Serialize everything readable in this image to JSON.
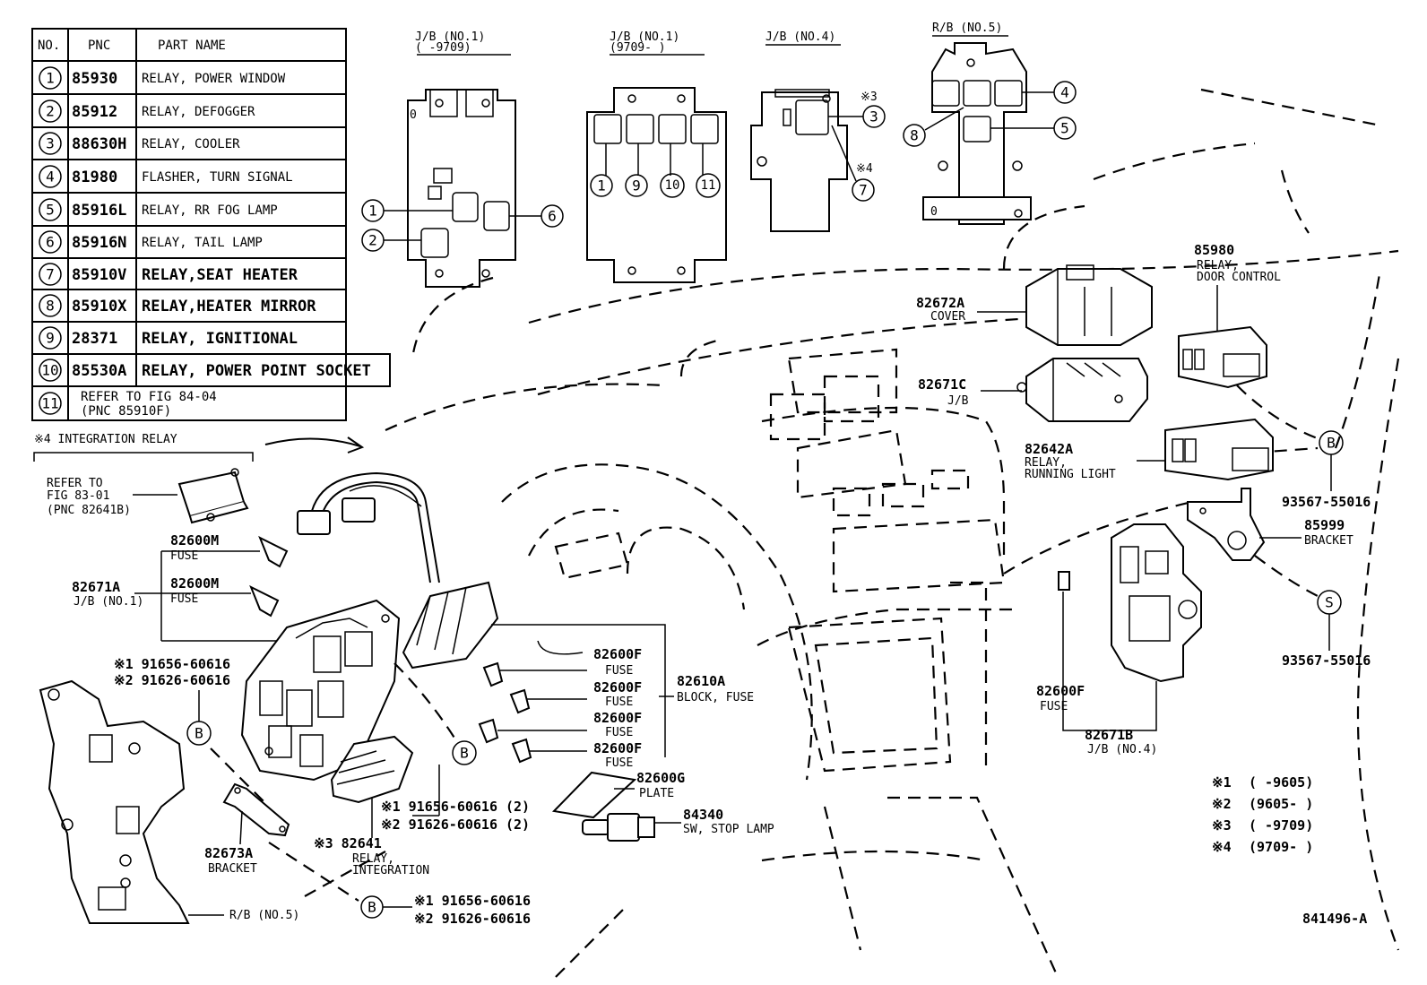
{
  "parts_table": {
    "headers": [
      "NO.",
      "PNC",
      "PART NAME"
    ],
    "rows": [
      {
        "no": "1",
        "pnc": "85930",
        "name": "RELAY, POWER WINDOW"
      },
      {
        "no": "2",
        "pnc": "85912",
        "name": "RELAY, DEFOGGER"
      },
      {
        "no": "3",
        "pnc": "88630H",
        "name": "RELAY, COOLER"
      },
      {
        "no": "4",
        "pnc": "81980",
        "name": "FLASHER, TURN SIGNAL"
      },
      {
        "no": "5",
        "pnc": "85916L",
        "name": "RELAY, RR FOG LAMP"
      },
      {
        "no": "6",
        "pnc": "85916N",
        "name": "RELAY, TAIL LAMP"
      },
      {
        "no": "7",
        "pnc": "85910V",
        "name": "RELAY,SEAT HEATER"
      },
      {
        "no": "8",
        "pnc": "85910X",
        "name": "RELAY,HEATER MIRROR"
      },
      {
        "no": "9",
        "pnc": "28371",
        "name": "RELAY, IGNITIONAL"
      },
      {
        "no": "10",
        "pnc": "85530A",
        "name": "RELAY, POWER POINT SOCKET"
      },
      {
        "no": "11",
        "line1": "REFER TO FIG 84-04",
        "line2": "(PNC 85910F)"
      }
    ]
  },
  "integration_note": "※4 INTEGRATION RELAY",
  "refer": {
    "line1": "REFER TO",
    "line2": "FIG 83-01",
    "line3": "(PNC 82641B)"
  },
  "boxes": {
    "jb1_old": {
      "title": "J/B (NO.1)",
      "sub": "(      -9709)"
    },
    "jb1_new": {
      "title": "J/B (NO.1)",
      "sub": "(9709-      )"
    },
    "jb4": {
      "title": "J/B (NO.4)"
    },
    "rb5": {
      "title": "R/B (NO.5)"
    }
  },
  "circle_numbers": {
    "n1": "1",
    "n2": "2",
    "n3": "3",
    "n4": "4",
    "n5": "5",
    "n6": "6",
    "n7": "7",
    "n8": "8",
    "n9": "9",
    "n10": "10",
    "n11": "11"
  },
  "marks": {
    "m3": "※3",
    "m4": "※4",
    "b": "B",
    "s": "S"
  },
  "callouts": {
    "cover_pnc": "82672A",
    "cover_name": "COVER",
    "jb_c_pnc": "82671C",
    "jb_c_name": "J/B",
    "door_pnc": "85980",
    "door_l1": "RELAY,",
    "door_l2": "DOOR CONTROL",
    "run_pnc": "82642A",
    "run_l1": "RELAY,",
    "run_l2": "RUNNING LIGHT",
    "bolt_b": "93567-55016",
    "bracket_pnc": "85999",
    "bracket_name": "BRACKET",
    "bolt_s": "93567-55016",
    "fuse_m1_pnc": "82600M",
    "fuse_m1_name": "FUSE",
    "fuse_m2_pnc": "82600M",
    "fuse_m2_name": "FUSE",
    "jb1_pnc": "82671A",
    "jb1_name": "J/B (NO.1)",
    "bolt1_a": "※1 91656-60616",
    "bolt1_b": "※2 91626-60616",
    "fuse_f1_pnc": "82600F",
    "fuse_f1_name": "FUSE",
    "fuse_f2_pnc": "82600F",
    "fuse_f2_name": "FUSE",
    "fuse_f3_pnc": "82600F",
    "fuse_f3_name": "FUSE",
    "fuse_f4_pnc": "82600F",
    "fuse_f4_name": "FUSE",
    "block_pnc": "82610A",
    "block_name": "BLOCK, FUSE",
    "plate_pnc": "82600G",
    "plate_name": "PLATE",
    "bolt2_a": "※1 91656-60616 (2)",
    "bolt2_b": "※2 91626-60616 (2)",
    "integ_pnc": "※3 82641",
    "integ_l1": "RELAY,",
    "integ_l2": "INTEGRATION",
    "stop_pnc": "84340",
    "stop_name": "SW, STOP LAMP",
    "bracket2_pnc": "82673A",
    "bracket2_name": "BRACKET",
    "rb5_name": "R/B (NO.5)",
    "bolt3_a": "※1 91656-60616",
    "bolt3_b": "※2 91626-60616",
    "fuse_f5_pnc": "82600F",
    "fuse_f5_name": "FUSE",
    "jb4_pnc": "82671B",
    "jb4_name": "J/B (NO.4)"
  },
  "legend": [
    {
      "mark": "※1",
      "range": "(      -9605)"
    },
    {
      "mark": "※2",
      "range": "(9605-      )"
    },
    {
      "mark": "※3",
      "range": "(      -9709)"
    },
    {
      "mark": "※4",
      "range": "(9709-      )"
    }
  ],
  "figure_id": "841496-A"
}
